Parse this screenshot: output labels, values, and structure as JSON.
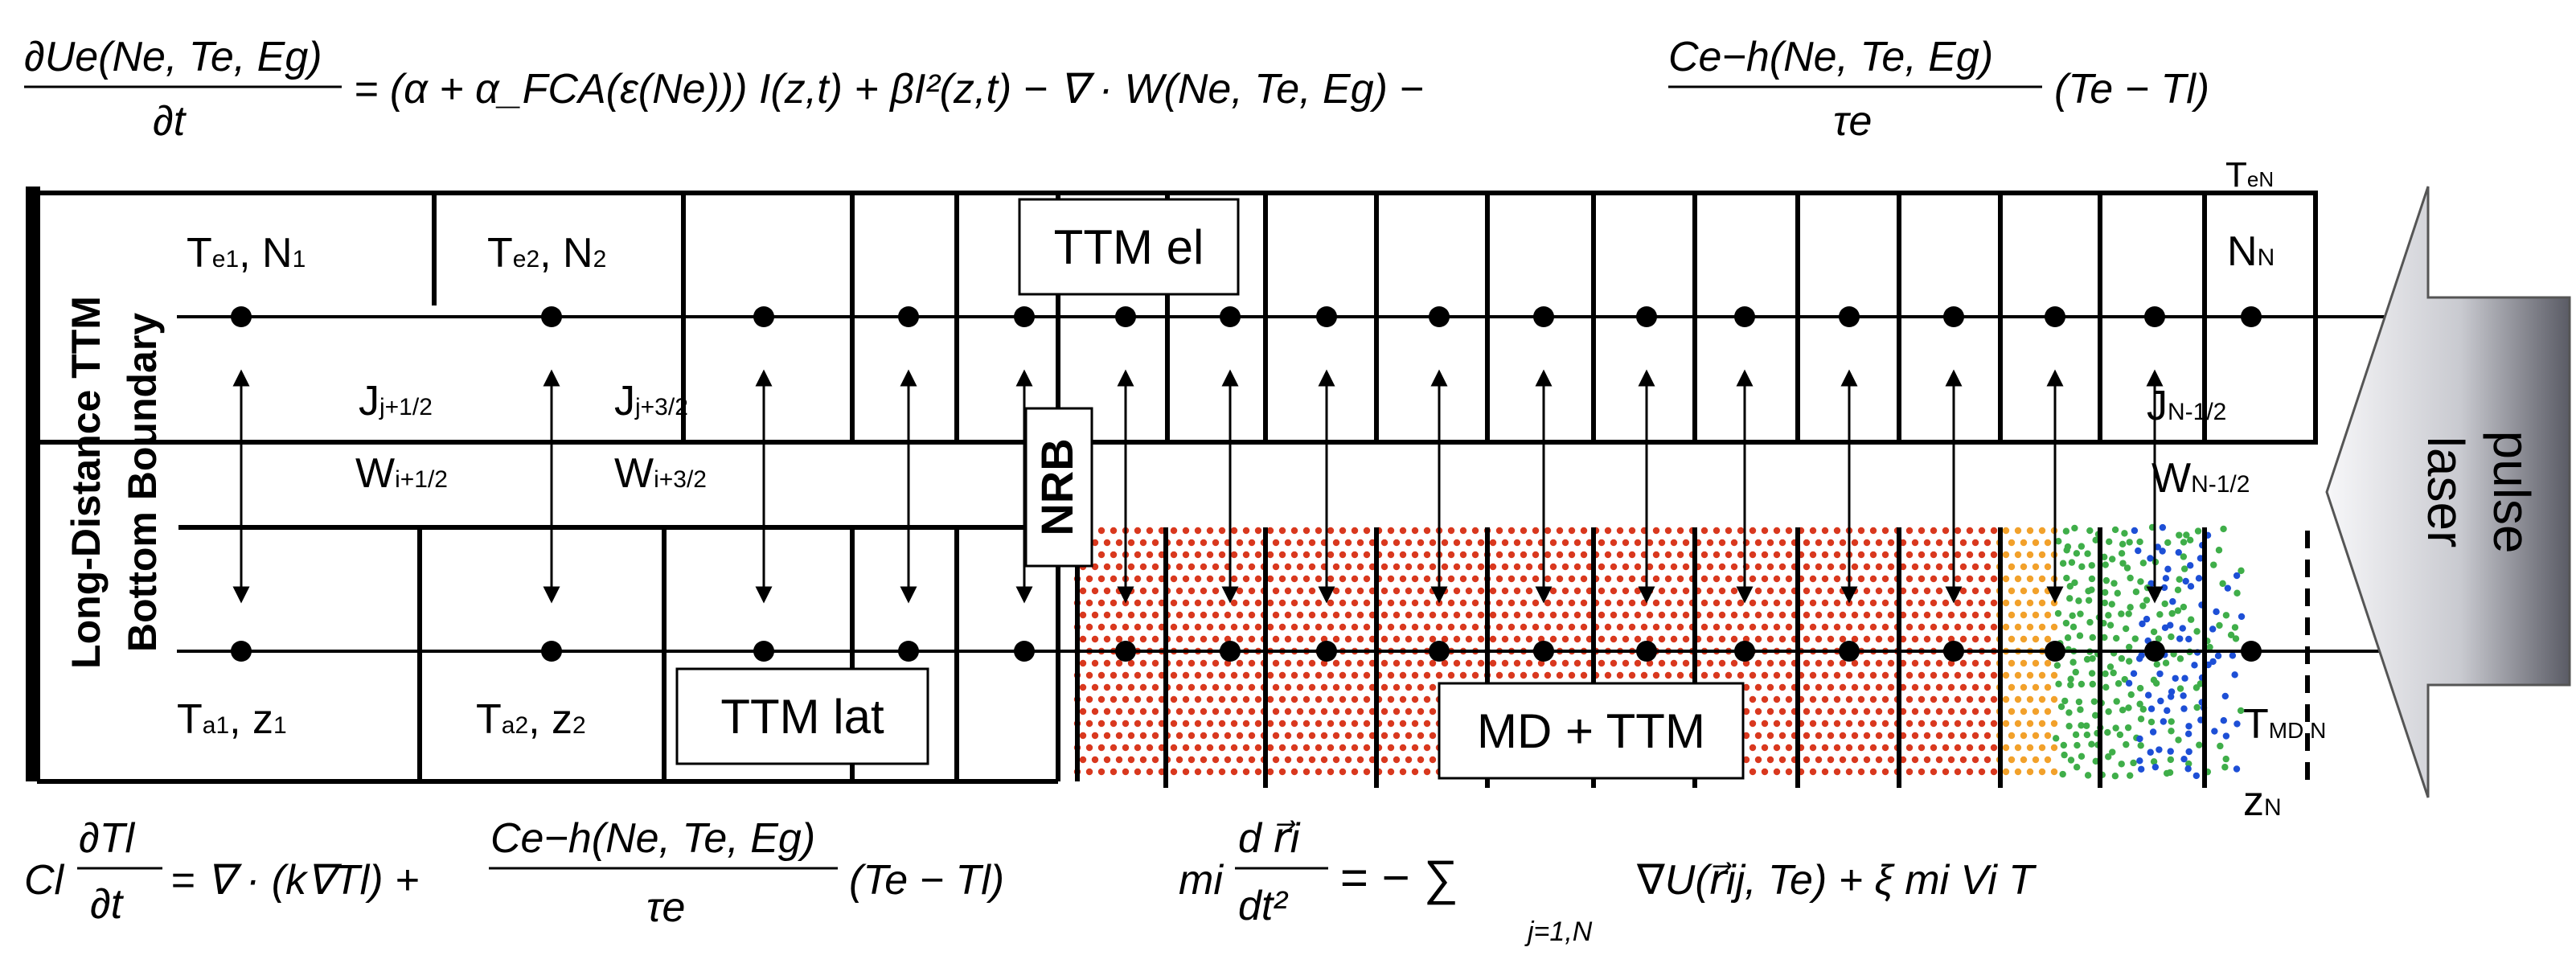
{
  "equations": {
    "electron": {
      "lhs_num": "∂U",
      "lhs_num_sub": "e",
      "lhs_num_args": "(N",
      "lhs_full": "∂Ue(Ne, Te, Eg)",
      "lhs_den": "∂t",
      "rhs": "= (α + α_FCA(ε(Ne))) I(z,t) + βI²(z,t) − ∇ · W(Ne, Te, Eg) −",
      "frac_num": "Ce−h(Ne, Te, Eg)",
      "frac_den": "τe",
      "tail": "(Te − Tl)"
    },
    "lattice": {
      "lhs_num": "∂Tl",
      "lhs_den": "∂t",
      "prefix": "Cl",
      "rhs": "= ∇ · (k∇Tl) +",
      "frac_num": "Ce−h(Ne, Te, Eg)",
      "frac_den": "τe",
      "tail": "(Te − Tl)"
    },
    "md": {
      "prefix": "mi",
      "frac_num": "d r⃗i",
      "frac_den": "dt²",
      "rhs": "= − ∑",
      "sum_sub": "j=1,N",
      "tail": "∇U(r⃗ij, Te) + ξ mi Vi T"
    }
  },
  "labels": {
    "boundary_line1": "Long-Distance TTM",
    "boundary_line2": "Bottom Boundary",
    "ttm_el": "TTM el",
    "ttm_lat": "TTM lat",
    "nrb": "NRB",
    "md_ttm": "MD + TTM",
    "laser_line1": "laser",
    "laser_line2": "pulse"
  },
  "node_labels": {
    "te1": {
      "main": "T",
      "sub": "e1",
      "rest": ", N",
      "sub2": "1"
    },
    "te2": {
      "main": "T",
      "sub": "e2",
      "rest": ", N",
      "sub2": "2"
    },
    "teN": {
      "main": "T",
      "sub": "eN"
    },
    "nN": {
      "main": "N",
      "sub": "N"
    },
    "ta1": {
      "main": "T",
      "sub": "a1",
      "rest": ", z",
      "sub2": "1"
    },
    "ta2": {
      "main": "T",
      "sub": "a2",
      "rest": ", z",
      "sub2": "2"
    },
    "tmdN": {
      "main": "T",
      "sub": "MD N"
    },
    "zN": {
      "main": "z",
      "sub": "N"
    }
  },
  "flux_labels": {
    "j1": {
      "main": "J",
      "sub": "j+1/2"
    },
    "j3": {
      "main": "J",
      "sub": "j+3/2"
    },
    "jN": {
      "main": "J",
      "sub": "N-1/2"
    },
    "w1": {
      "main": "W",
      "sub": "i+1/2"
    },
    "w3": {
      "main": "W",
      "sub": "i+3/2"
    },
    "wN": {
      "main": "W",
      "sub": "N-1/2"
    }
  },
  "colors": {
    "line": "#000000",
    "atoms_hot": "#d9381e",
    "atoms_mid": "#f2a12b",
    "atoms_cool": "#3fae49",
    "atoms_cold": "#1d4fd6",
    "arrow_gradient_light": "#f4f4f6",
    "arrow_gradient_dark": "#5d5e68"
  }
}
